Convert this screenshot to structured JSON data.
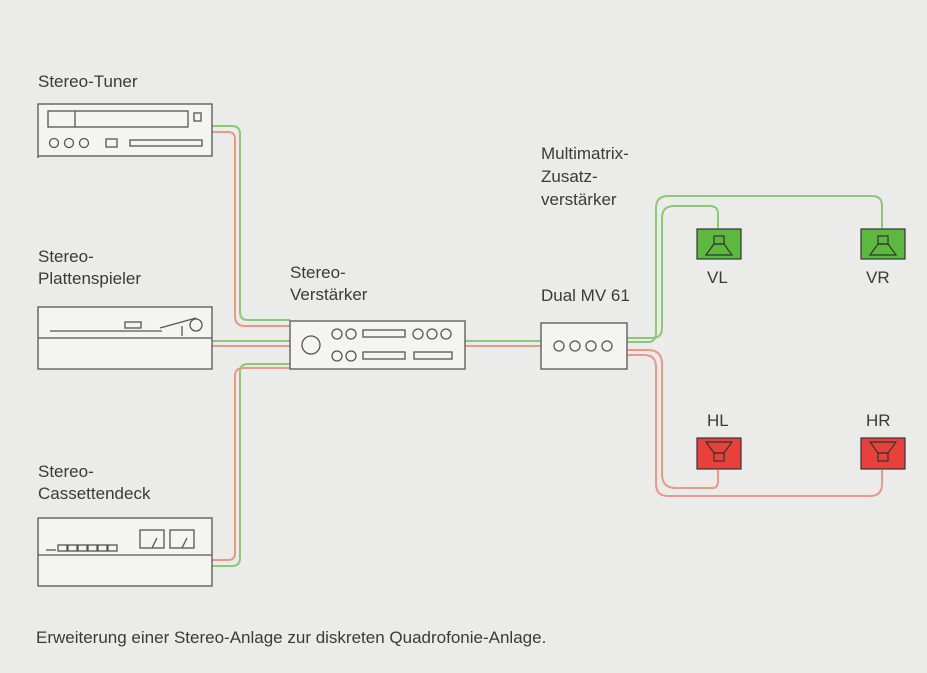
{
  "devices": {
    "tuner": "Stereo-Tuner",
    "turntable_line1": "Stereo-",
    "turntable_line2": "Plattenspieler",
    "cassette_line1": "Stereo-",
    "cassette_line2": "Cassettendeck",
    "amplifier_line1": "Stereo-",
    "amplifier_line2": "Verstärker",
    "multimatrix_line1": "Multimatrix-",
    "multimatrix_line2": "Zusatz-",
    "multimatrix_line3": "verstärker",
    "model": "Dual MV 61"
  },
  "speakers": {
    "front_left": "VL",
    "front_right": "VR",
    "rear_left": "HL",
    "rear_right": "HR"
  },
  "colors": {
    "front_speaker": "#5cb83e",
    "rear_speaker": "#e8403a",
    "cable_green": "#8fc77a",
    "cable_red": "#e79a8a",
    "device_stroke": "#555555"
  },
  "caption": "Erweiterung einer Stereo-Anlage zur diskreten Quadrofonie-Anlage."
}
